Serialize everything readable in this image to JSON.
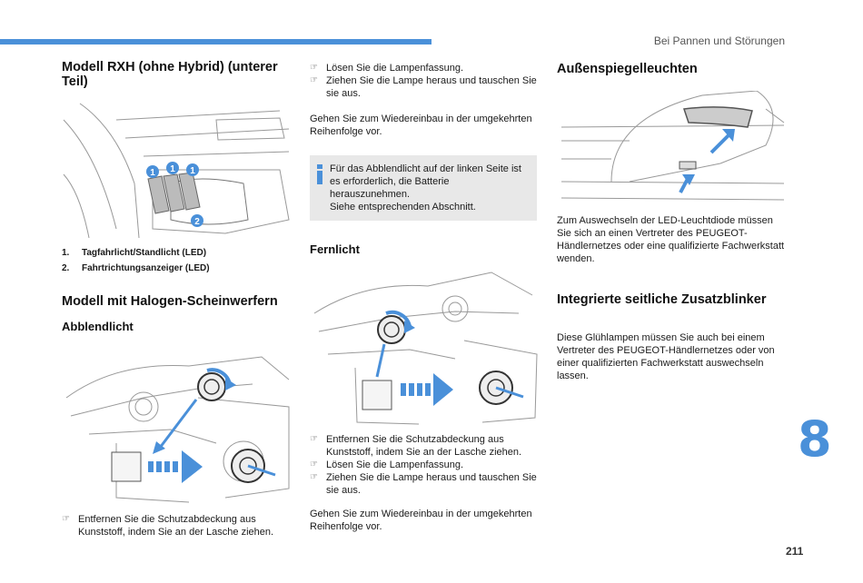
{
  "header": {
    "title": "Bei Pannen und Störungen",
    "chapter": "8",
    "page_number": "211"
  },
  "col1": {
    "title1": "Modell RXH (ohne Hybrid) (unterer Teil)",
    "figure_labels": [
      "1",
      "1",
      "1",
      "2"
    ],
    "list": [
      {
        "num": "1.",
        "text": "Tagfahrlicht/Standlicht (LED)"
      },
      {
        "num": "2.",
        "text": "Fahrtrichtungsanzeiger (LED)"
      }
    ],
    "title2": "Modell mit Halogen-Scheinwerfern",
    "subtitle": "Abblendlicht",
    "bullets": [
      "Entfernen Sie die Schutzabdeckung aus Kunststoff, indem Sie an der Lasche ziehen."
    ]
  },
  "col2": {
    "bullets_top": [
      "Lösen Sie die Lampenfassung.",
      "Ziehen Sie die Lampe heraus und tauschen Sie sie aus."
    ],
    "para1": "Gehen Sie zum Wiedereinbau in der umgekehrten Reihenfolge vor.",
    "info": [
      "Für das Abblendlicht auf der linken Seite ist es erforderlich, die Batterie herauszunehmen.",
      "Siehe entsprechenden Abschnitt."
    ],
    "subtitle": "Fernlicht",
    "bullets_bottom": [
      "Entfernen Sie die Schutzabdeckung aus Kunststoff, indem Sie an der Lasche ziehen.",
      "Lösen Sie die Lampenfassung.",
      "Ziehen Sie die Lampe heraus und tauschen Sie sie aus."
    ],
    "para2": "Gehen Sie zum Wiedereinbau in der umgekehrten Reihenfolge vor."
  },
  "col3": {
    "title1": "Außenspiegelleuchten",
    "para1": "Zum Auswechseln der LED-Leuchtdiode müssen Sie sich an einen Vertreter des PEUGEOT-Händlernetzes oder eine qualifizierte Fachwerkstatt wenden.",
    "title2": "Integrierte seitliche Zusatzblinker",
    "para2": "Diese Glühlampen müssen Sie auch bei einem Vertreter des PEUGEOT-Händlernetzes oder von einer qualifizierten Fachwerkstatt auswechseln lassen."
  },
  "icons": {
    "bullet": "pointing-hand-icon",
    "info": "info-icon"
  },
  "colors": {
    "accent": "#4a90d9",
    "infobox_bg": "#e8e8e8"
  }
}
